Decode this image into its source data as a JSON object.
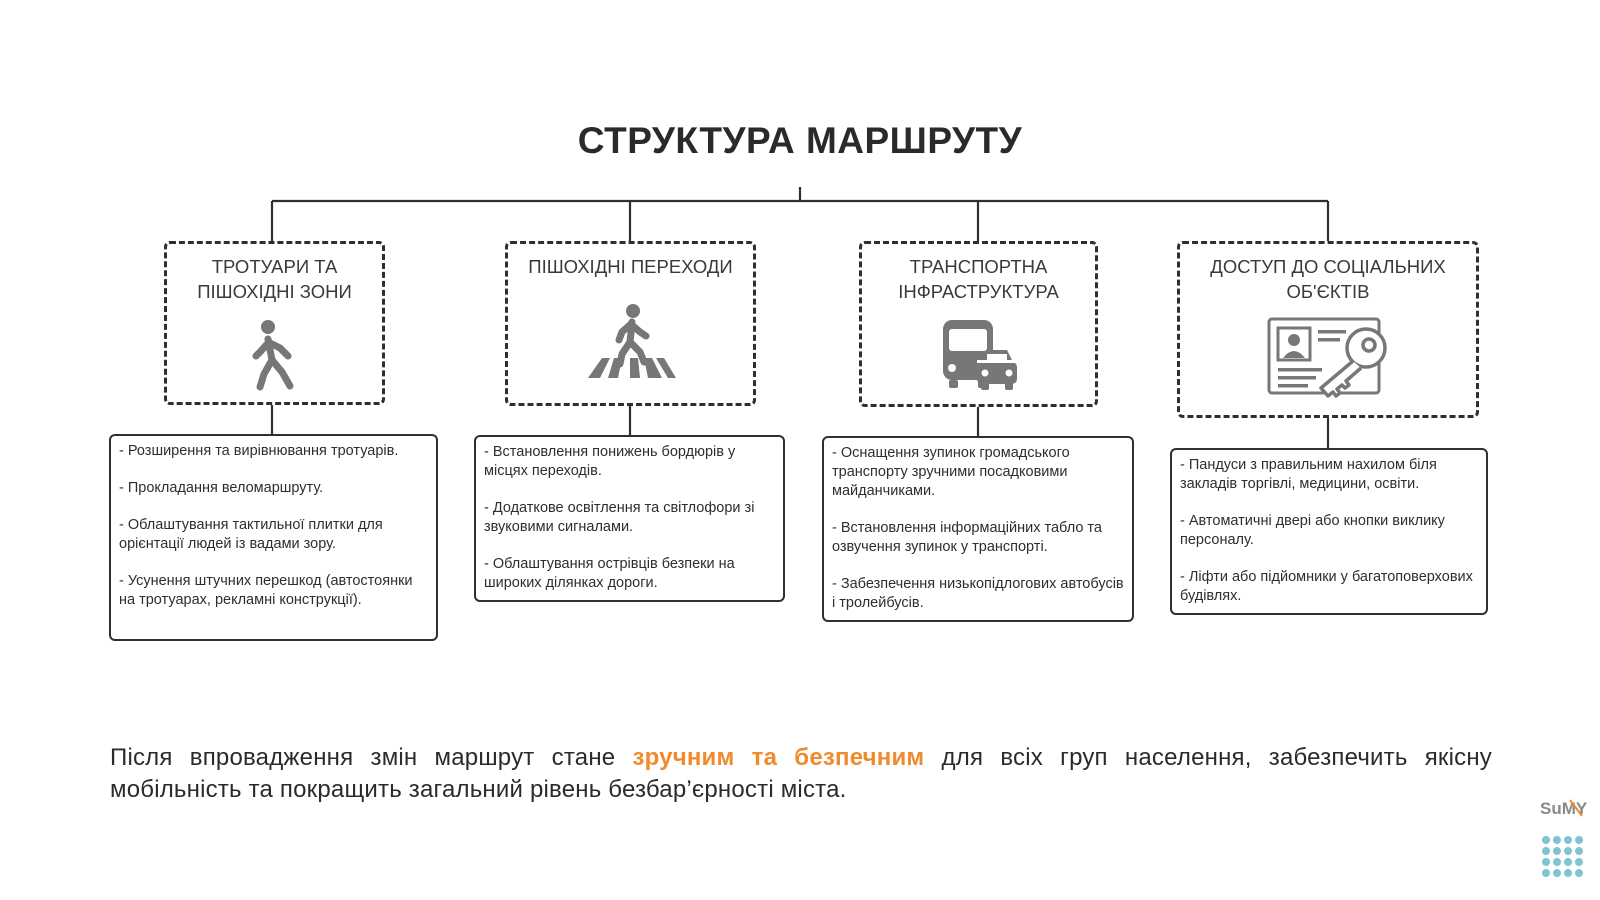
{
  "title": "СТРУКТУРА МАРШРУТУ",
  "columns": [
    {
      "header": "ТРОТУАРИ ТА\nПІШОХІДНІ ЗОНИ",
      "icon": "walking-person-icon",
      "items": [
        "- Розширення та вирівнювання тротуарів.",
        "- Прокладання веломаршруту.",
        "- Облаштування тактильної плитки для орієнтації людей із вадами зору.",
        "- Усунення штучних перешкод (автостоянки на тротуарах, рекламні конструкції)."
      ]
    },
    {
      "header": "ПІШОХІДНІ ПЕРЕХОДИ",
      "icon": "pedestrian-crossing-icon",
      "items": [
        "- Встановлення понижень бордюрів у місцях переходів.",
        "- Додаткове освітлення та світлофори зі звуковими сигналами.",
        "- Облаштування острівців безпеки на широких ділянках дороги."
      ]
    },
    {
      "header": "ТРАНСПОРТНА\nІНФРАСТРУКТУРА",
      "icon": "bus-and-car-icon",
      "items": [
        "- Оснащення зупинок громадського транспорту зручними посадковими майданчиками.",
        "- Встановлення інформаційних табло та озвучення зупинок у транспорті.",
        "- Забезпечення низькопідлогових автобусів і тролейбусів."
      ]
    },
    {
      "header": "ДОСТУП ДО СОЦІАЛЬНИХ\nОБ'ЄКТІВ",
      "icon": "id-card-key-icon",
      "items": [
        "- Пандуси з правильним нахилом біля закладів торгівлі, медицини, освіти.",
        "- Автоматичні двері або кнопки виклику персоналу.",
        "- Ліфти або підйомники у багатоповерхових будівлях."
      ]
    }
  ],
  "summary": {
    "before": "Після впровадження змін маршрут стане ",
    "highlight": "зручним та безпечним",
    "after": " для всіх груп населення, забезпечить якісну мобільність та покращить загальний рівень безбар’єрності міста."
  },
  "logo": {
    "text": "SuMY",
    "icon": "sumy-city-logo-icon"
  },
  "colors": {
    "accent": "#f08a2c",
    "icon": "#777777",
    "logo_dots": "#7fc4cf"
  }
}
